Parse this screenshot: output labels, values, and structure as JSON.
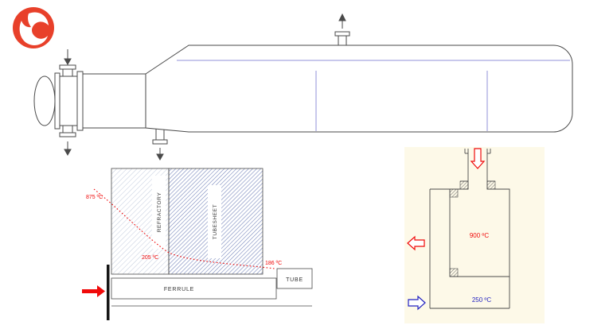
{
  "colors": {
    "line": "#4a4a4a",
    "tube_line": "#9090d8",
    "hot": "#f00a0a",
    "cold": "#2323c0",
    "logo_red": "#e8402a",
    "channel_bg": "#fdf9e8"
  },
  "ferrule_detail": {
    "refractory_label": "REFRACTORY",
    "tubesheet_label": "TUBESHEET",
    "ferrule_label": "FERRULE",
    "tube_label": "TUBE",
    "temp_hot_face": "875 ºC",
    "temp_interface": "205 ºC",
    "temp_tube_side": "186 ºC"
  },
  "channel_detail": {
    "temp_inlet": "900 ºC",
    "temp_outlet": "250 ºC"
  }
}
